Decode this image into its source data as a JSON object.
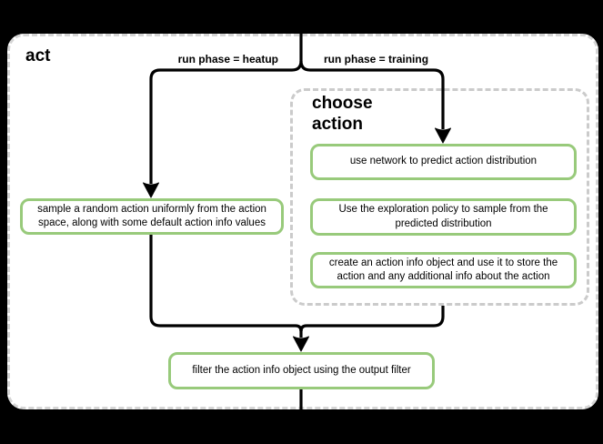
{
  "colors": {
    "background": "#000000",
    "panel_fill": "#ffffff",
    "panel_dash": "#d5d5d5",
    "group_dash": "#cbcbcb",
    "node_border_green": "#98ca7b",
    "connector": "#000000",
    "text": "#000000"
  },
  "diagram": {
    "title": "act",
    "branch_labels": {
      "heatup": "run phase = heatup",
      "training": "run phase = training"
    },
    "group": {
      "title": "choose action"
    },
    "nodes": {
      "heatup_step": "sample a random action uniformly from the action space, along with some default action info values",
      "training_steps": [
        "use network to predict action distribution",
        "Use the exploration policy to sample from the predicted distribution",
        "create an action info object and use it to store the action and any additional info about the action"
      ],
      "merge_step": "filter the action info object using the output filter"
    }
  }
}
